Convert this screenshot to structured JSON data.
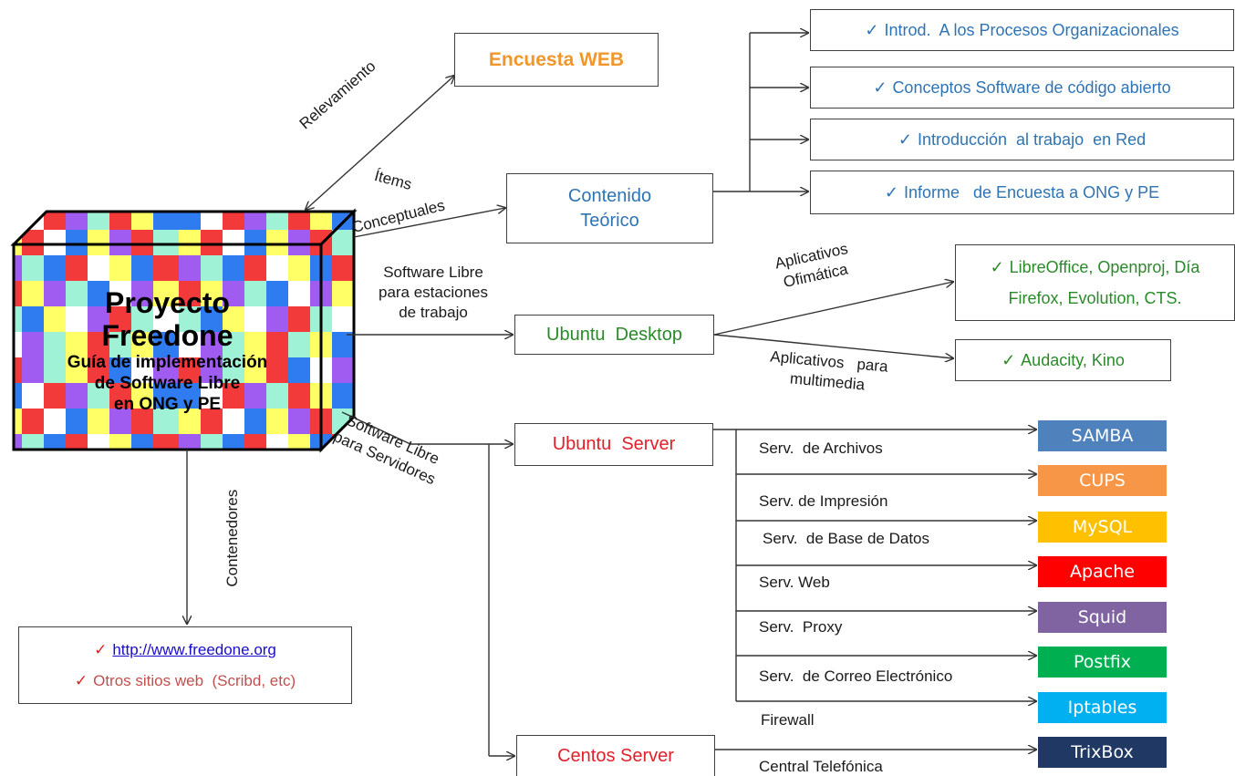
{
  "project": {
    "title_line1": "Proyecto",
    "title_line2": "Freedone",
    "subtitle_line1": "Guía de implementación",
    "subtitle_line2": "de Software Libre",
    "subtitle_line3": "en ONG y PE"
  },
  "survey": {
    "edge_label": "Relevamiento",
    "box_label": "Encuesta WEB"
  },
  "theory": {
    "edge_label_line1": "Ítems",
    "edge_label_line2": "Conceptuales",
    "box_line1": "Contenido",
    "box_line2": "Teórico",
    "items": [
      "Introd.  A los Procesos Organizacionales",
      "Conceptos Software de código abierto",
      "Introducción  al trabajo  en Red",
      "Informe   de Encuesta a ONG y PE"
    ]
  },
  "desktop": {
    "edge_label_line1": "Software Libre",
    "edge_label_line2": "para estaciones",
    "edge_label_line3": "de trabajo",
    "box_label": "Ubuntu  Desktop",
    "office_label_line1": "Aplicativos",
    "office_label_line2": "Ofimática",
    "office_apps_line1": "LibreOffice, Openproj, Día",
    "office_apps_line2": "Firefox, Evolution, CTS.",
    "media_label_line1": "Aplicativos   para",
    "media_label_line2": "multimedia",
    "media_apps": "Audacity, Kino"
  },
  "servers": {
    "edge_label_line1": "Software Libre",
    "edge_label_line2": "para Servidores",
    "ubuntu_server": "Ubuntu  Server",
    "centos_server": "Centos Server",
    "services": [
      {
        "label": "Serv.  de Archivos",
        "tech": "SAMBA"
      },
      {
        "label": "Serv. de Impresión",
        "tech": "CUPS"
      },
      {
        "label": "Serv.  de Base de Datos",
        "tech": "MySQL"
      },
      {
        "label": "Serv. Web",
        "tech": "Apache"
      },
      {
        "label": "Serv.  Proxy",
        "tech": "Squid"
      },
      {
        "label": "Serv.  de Correo Electrónico",
        "tech": "Postfix"
      },
      {
        "label": "Firewall",
        "tech": "Iptables"
      }
    ],
    "centos_service": {
      "label": "Central Telefónica",
      "tech": "TrixBox"
    }
  },
  "containers": {
    "edge_label": "Contenedores",
    "link": "http://www.freedone.org",
    "other": "Otros sitios web  (Scribd, etc)"
  },
  "check_mark": "✓",
  "colors": {
    "orange_text": "#f0962a",
    "blue_text": "#2e74b5",
    "green_text": "#2a8a2a",
    "red_text": "#e0202a",
    "link_blue": "#1a0dcc",
    "brown_red": "#c0504d",
    "samba": "#4f81bd",
    "cups": "#f79646",
    "mysql": "#ffc000",
    "apache": "#ff0000",
    "squid": "#8064a2",
    "postfix": "#00b050",
    "iptables": "#00b0f0",
    "trixbox": "#1f3864"
  }
}
